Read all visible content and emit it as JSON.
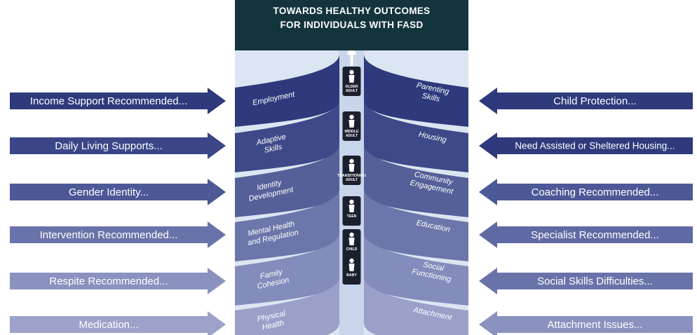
{
  "title": {
    "line1": "TOWARDS HEALTHY OUTCOMES",
    "line2": "FOR INDIVIDUALS WITH FASD"
  },
  "colors": {
    "header": "#14343d",
    "panel_bg": "#dce6f2",
    "stream": "#c9d5ea",
    "left_arrows": [
      "#2e3a7c",
      "#3a4688",
      "#4d5896",
      "#6a73a9",
      "#8b92bf",
      "#9ca2c9"
    ],
    "right_arrows": [
      "#2e3a7c",
      "#2e3a7c",
      "#4d5896",
      "#5f69a3",
      "#6a73a9",
      "#8b92bf"
    ],
    "bands_left": [
      "#2e3a7c",
      "#3d4988",
      "#555f98",
      "#6d76aa",
      "#848cbb",
      "#9aa0c8"
    ],
    "bands_right": [
      "#2e3a7c",
      "#3d4988",
      "#555f98",
      "#6d76aa",
      "#848cbb",
      "#9aa0c8"
    ]
  },
  "left_arrows": [
    {
      "label": "Income Support Recommended..."
    },
    {
      "label": "Daily Living Supports..."
    },
    {
      "label": "Gender Identity..."
    },
    {
      "label": "Intervention Recommended..."
    },
    {
      "label": "Respite Recommended..."
    },
    {
      "label": "Medication..."
    }
  ],
  "right_arrows": [
    {
      "label": "Child Protection..."
    },
    {
      "label": "Need Assisted or Sheltered Housing..."
    },
    {
      "label": "Coaching Recommended..."
    },
    {
      "label": "Specialist Recommended..."
    },
    {
      "label": "Social Skills Difficulties..."
    },
    {
      "label": "Attachment Issues..."
    }
  ],
  "left_bands": [
    {
      "lines": [
        "Employment"
      ]
    },
    {
      "lines": [
        "Adaptive",
        "Skills"
      ]
    },
    {
      "lines": [
        "Identity",
        "Development"
      ]
    },
    {
      "lines": [
        "Mental Health",
        "and Regulation"
      ]
    },
    {
      "lines": [
        "Family",
        "Cohesion"
      ]
    },
    {
      "lines": [
        "Physical",
        "Health"
      ]
    }
  ],
  "right_bands": [
    {
      "lines": [
        "Parenting",
        "Skills"
      ]
    },
    {
      "lines": [
        "Housing"
      ]
    },
    {
      "lines": [
        "Community",
        "Engagement"
      ]
    },
    {
      "lines": [
        "Education"
      ]
    },
    {
      "lines": [
        "Social",
        "Functioning"
      ]
    },
    {
      "lines": [
        "Attachment"
      ]
    }
  ],
  "life_stages": [
    {
      "lines": [
        "OLDER",
        "ADULT"
      ],
      "icon": "older-adult-icon"
    },
    {
      "lines": [
        "MIDDLE",
        "ADULT"
      ],
      "icon": "middle-adult-icon"
    },
    {
      "lines": [
        "TRANSITIONING",
        "ADULT"
      ],
      "icon": "transitioning-adult-icon"
    },
    {
      "lines": [
        "TEEN"
      ],
      "icon": "teen-icon"
    },
    {
      "lines": [
        "CHILD"
      ],
      "icon": "child-icon"
    },
    {
      "lines": [
        "BABY"
      ],
      "icon": "baby-icon"
    }
  ]
}
